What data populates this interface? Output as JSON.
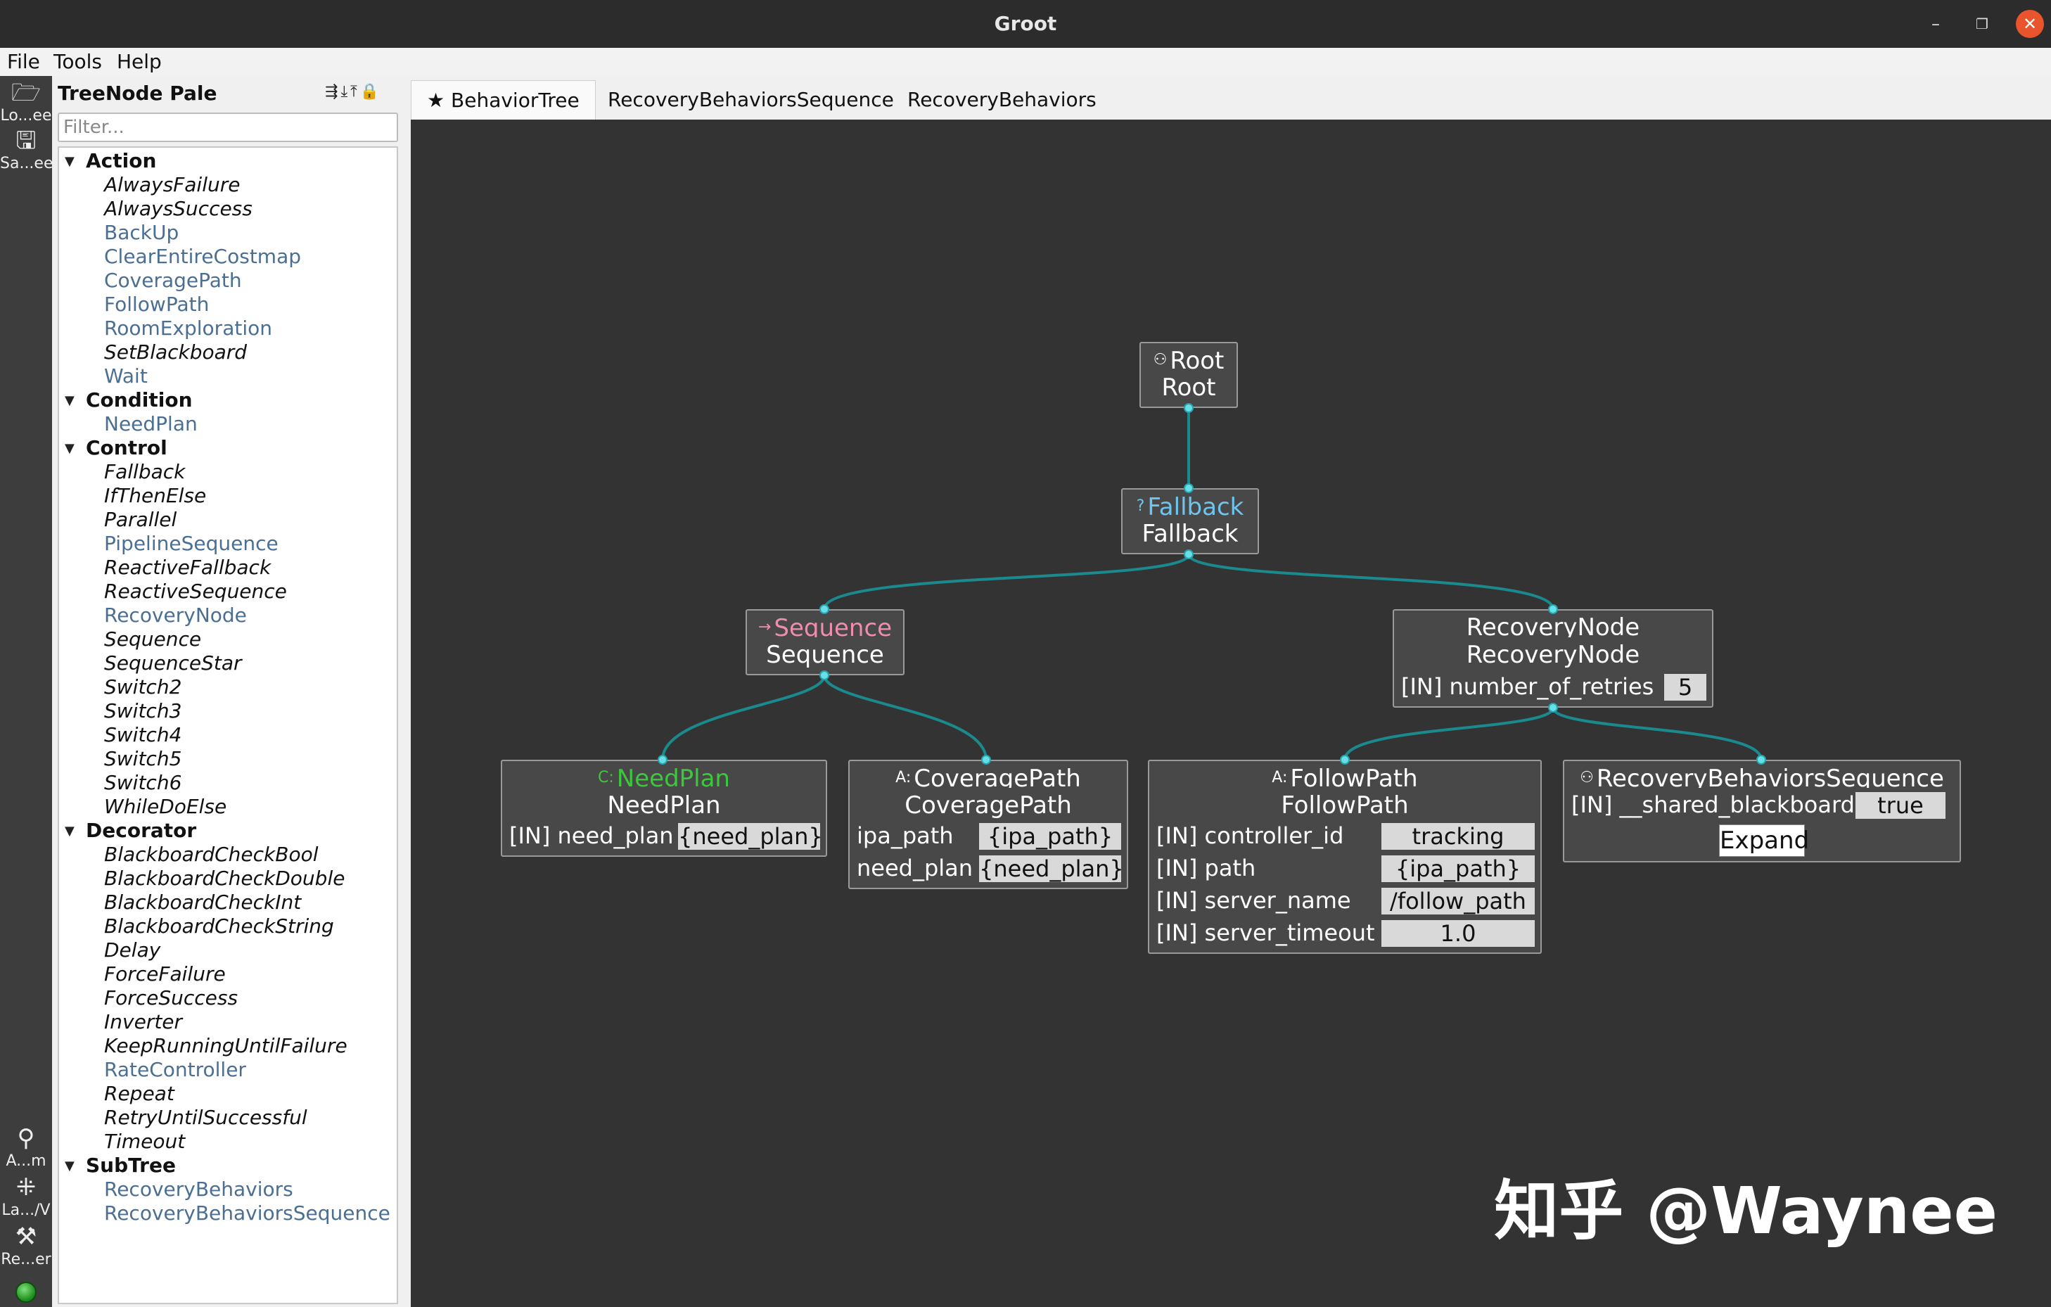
{
  "window": {
    "title": "Groot"
  },
  "menu": [
    "File",
    "Tools",
    "Help"
  ],
  "toolbar": {
    "load_label": "Lo...ee",
    "save_label": "Sa...ee",
    "autoarrange_label": "A...m",
    "layout_label": "La.../V",
    "reorder_label": "Re...er"
  },
  "palette": {
    "title": "TreeNode Pale",
    "filter_placeholder": "Filter...",
    "categories": [
      {
        "label": "Action",
        "items": [
          {
            "label": "AlwaysFailure",
            "custom": false
          },
          {
            "label": "AlwaysSuccess",
            "custom": false
          },
          {
            "label": "BackUp",
            "custom": true
          },
          {
            "label": "ClearEntireCostmap",
            "custom": true
          },
          {
            "label": "CoveragePath",
            "custom": true
          },
          {
            "label": "FollowPath",
            "custom": true
          },
          {
            "label": "RoomExploration",
            "custom": true
          },
          {
            "label": "SetBlackboard",
            "custom": false
          },
          {
            "label": "Wait",
            "custom": true
          }
        ]
      },
      {
        "label": "Condition",
        "items": [
          {
            "label": "NeedPlan",
            "custom": true
          }
        ]
      },
      {
        "label": "Control",
        "items": [
          {
            "label": "Fallback",
            "custom": false
          },
          {
            "label": "IfThenElse",
            "custom": false
          },
          {
            "label": "Parallel",
            "custom": false
          },
          {
            "label": "PipelineSequence",
            "custom": true
          },
          {
            "label": "ReactiveFallback",
            "custom": false
          },
          {
            "label": "ReactiveSequence",
            "custom": false
          },
          {
            "label": "RecoveryNode",
            "custom": true
          },
          {
            "label": "Sequence",
            "custom": false
          },
          {
            "label": "SequenceStar",
            "custom": false
          },
          {
            "label": "Switch2",
            "custom": false
          },
          {
            "label": "Switch3",
            "custom": false
          },
          {
            "label": "Switch4",
            "custom": false
          },
          {
            "label": "Switch5",
            "custom": false
          },
          {
            "label": "Switch6",
            "custom": false
          },
          {
            "label": "WhileDoElse",
            "custom": false
          }
        ]
      },
      {
        "label": "Decorator",
        "items": [
          {
            "label": "BlackboardCheckBool",
            "custom": false
          },
          {
            "label": "BlackboardCheckDouble",
            "custom": false
          },
          {
            "label": "BlackboardCheckInt",
            "custom": false
          },
          {
            "label": "BlackboardCheckString",
            "custom": false
          },
          {
            "label": "Delay",
            "custom": false
          },
          {
            "label": "ForceFailure",
            "custom": false
          },
          {
            "label": "ForceSuccess",
            "custom": false
          },
          {
            "label": "Inverter",
            "custom": false
          },
          {
            "label": "KeepRunningUntilFailure",
            "custom": false
          },
          {
            "label": "RateController",
            "custom": true
          },
          {
            "label": "Repeat",
            "custom": false
          },
          {
            "label": "RetryUntilSuccessful",
            "custom": false
          },
          {
            "label": "Timeout",
            "custom": false
          }
        ]
      },
      {
        "label": "SubTree",
        "items": [
          {
            "label": "RecoveryBehaviors",
            "custom": true
          },
          {
            "label": "RecoveryBehaviorsSequence",
            "custom": true
          }
        ]
      }
    ]
  },
  "tabs": [
    {
      "label": "BehaviorTree",
      "active": true
    },
    {
      "label": "RecoveryBehaviorsSequence",
      "active": false
    },
    {
      "label": "RecoveryBehaviors",
      "active": false
    }
  ],
  "tree": {
    "root": {
      "type": "Root",
      "name": "Root"
    },
    "fallback": {
      "type": "Fallback",
      "name": "Fallback"
    },
    "sequence": {
      "type": "Sequence",
      "name": "Sequence"
    },
    "recovery": {
      "type": "RecoveryNode",
      "name": "RecoveryNode",
      "ports": [
        {
          "label": "[IN] number_of_retries",
          "value": "5"
        }
      ]
    },
    "needplan": {
      "type": "NeedPlan",
      "name": "NeedPlan",
      "prefix": "C:",
      "ports": [
        {
          "label": "[IN] need_plan",
          "value": "{need_plan}"
        }
      ]
    },
    "coverage": {
      "type": "CoveragePath",
      "name": "CoveragePath",
      "prefix": "A:",
      "ports": [
        {
          "label": "ipa_path",
          "value": "{ipa_path}"
        },
        {
          "label": "need_plan",
          "value": "{need_plan}"
        }
      ]
    },
    "follow": {
      "type": "FollowPath",
      "name": "FollowPath",
      "prefix": "A:",
      "ports": [
        {
          "label": "[IN] controller_id",
          "value": "tracking"
        },
        {
          "label": "[IN] path",
          "value": "{ipa_path}"
        },
        {
          "label": "[IN] server_name",
          "value": "/follow_path"
        },
        {
          "label": "[IN] server_timeout",
          "value": "1.0"
        }
      ]
    },
    "subtree": {
      "type": "RecoveryBehaviorsSequence",
      "ports": [
        {
          "label": "[IN] __shared_blackboard",
          "value": "true"
        }
      ],
      "expand_label": "Expand"
    }
  },
  "colors": {
    "canvas": "#333333",
    "edge": "#1a8a8e",
    "fallback_title": "#6ec6f0",
    "sequence_title": "#f08cb0",
    "condition_title": "#3cc83c",
    "custom_node": "#4a6f93"
  },
  "watermark": "知乎 @Waynee"
}
